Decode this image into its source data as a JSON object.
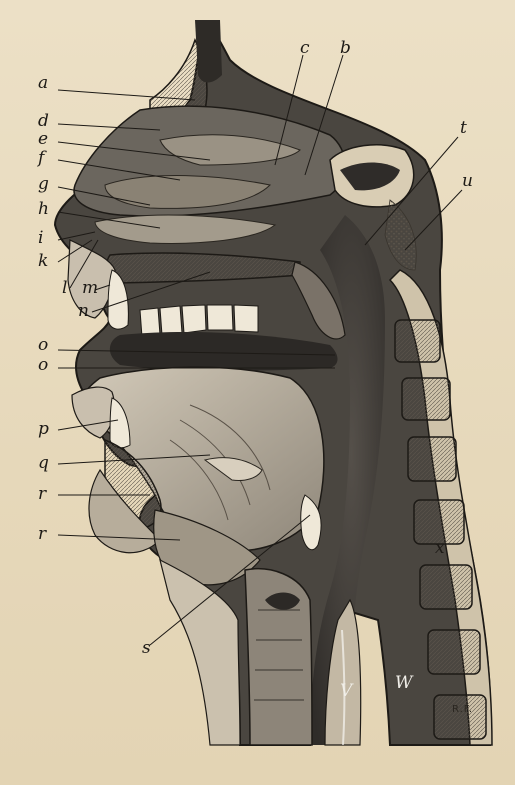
{
  "figure": {
    "labels": {
      "a": "a",
      "b": "b",
      "c": "c",
      "d": "d",
      "e": "e",
      "f": "f",
      "g": "g",
      "h": "h",
      "i": "i",
      "k": "k",
      "l": "l",
      "m": "m",
      "n": "n",
      "o1": "o",
      "o2": "o",
      "p": "p",
      "q": "q",
      "r1": "r",
      "r2": "r",
      "s": "s",
      "t": "t",
      "u": "u",
      "x": "x",
      "V": "V",
      "W": "W"
    },
    "signature": "R.F.",
    "colors": {
      "paper": "#e9dcc0",
      "ink": "#1d1a16",
      "cavity": "#3a3733",
      "tissue": "#b9ae9c",
      "bone": "#d9cdb4"
    }
  }
}
